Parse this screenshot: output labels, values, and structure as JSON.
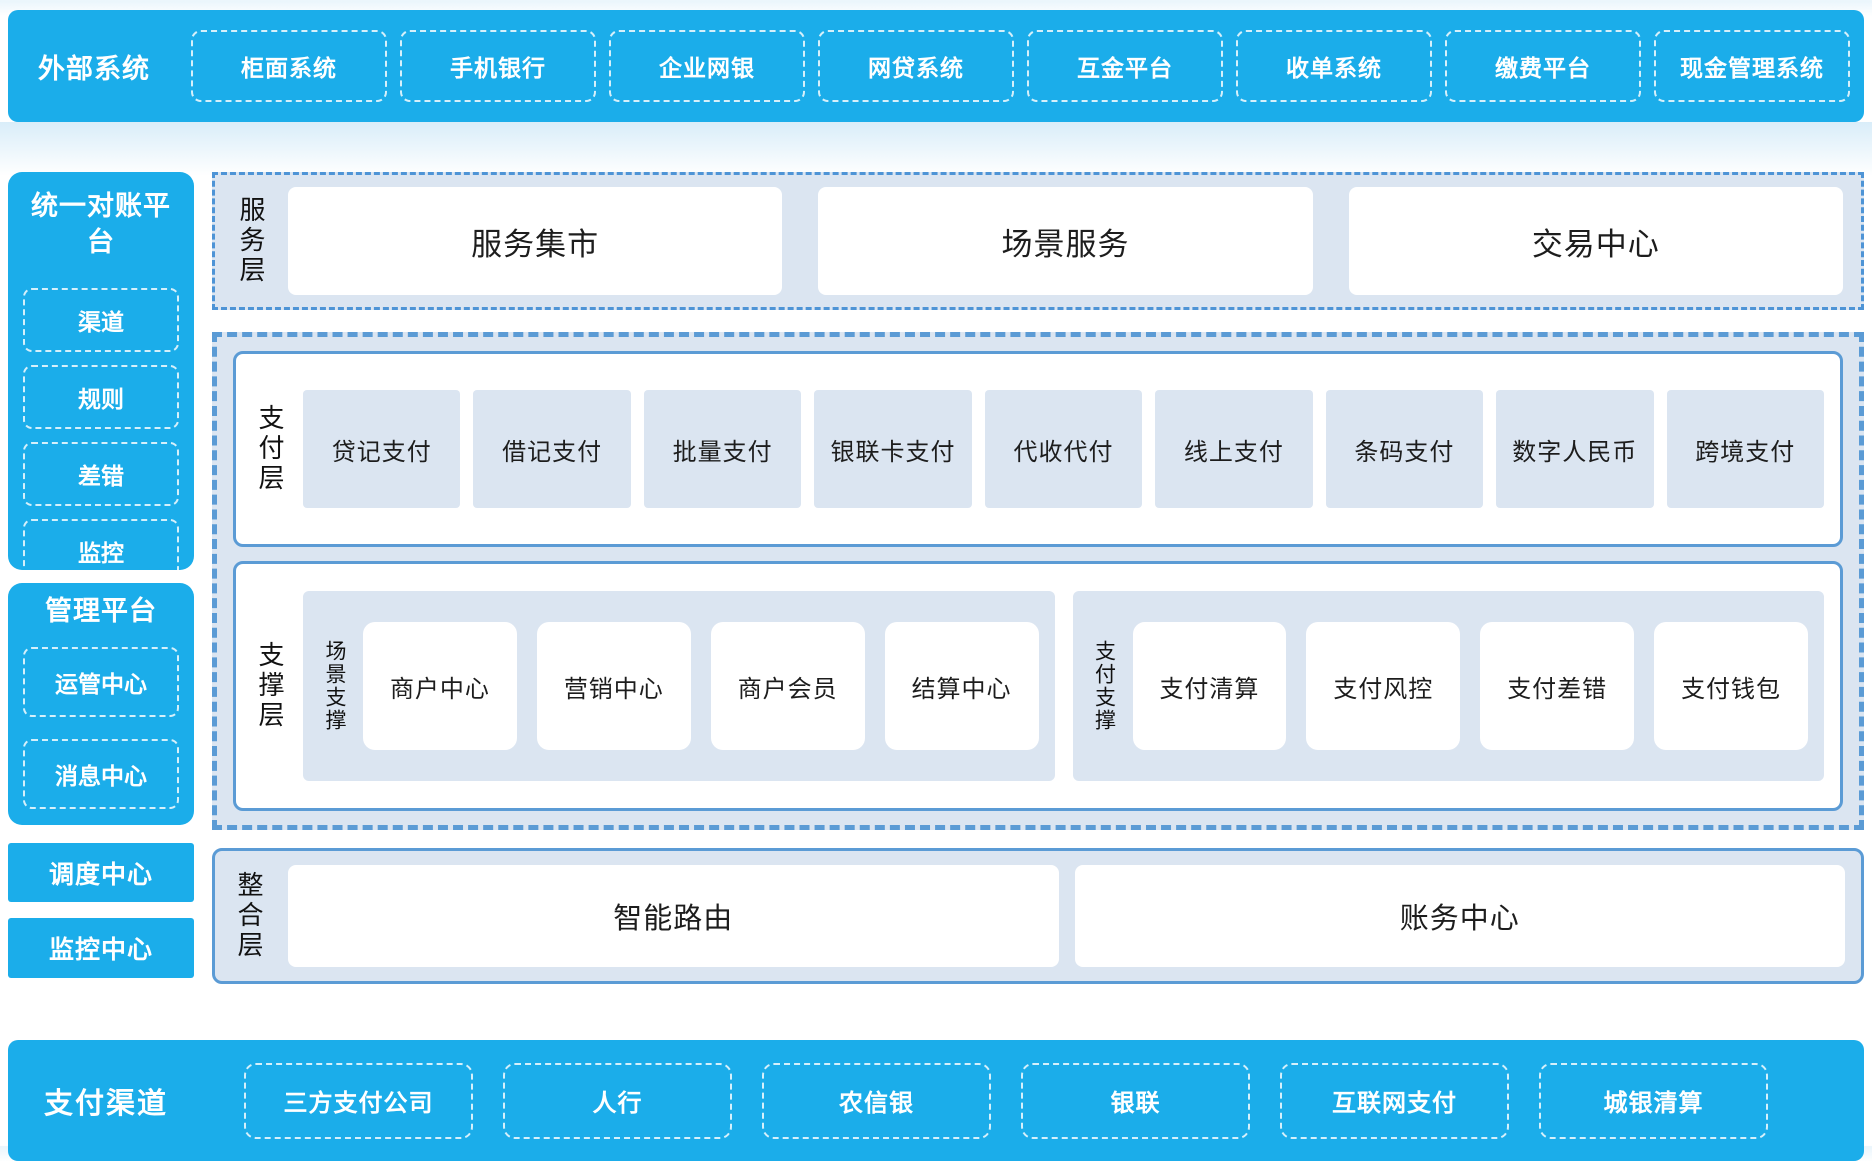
{
  "colors": {
    "cyan": "#1badea",
    "panel_light_blue": "#dbe5f1",
    "border_blue": "#5b9bd5",
    "dash_white": "rgba(255,255,255,0.82)",
    "text_dark": "#1d1d1d",
    "text_white": "#ffffff"
  },
  "top_bar": {
    "title": "外部系统",
    "items": [
      "柜面系统",
      "手机银行",
      "企业网银",
      "网贷系统",
      "互金平台",
      "收单系统",
      "缴费平台",
      "现金管理系统"
    ]
  },
  "sidebar": {
    "reconciliation_platform": {
      "title": "统一对账平台",
      "items": [
        "渠道",
        "规则",
        "差错",
        "监控"
      ]
    },
    "management_platform": {
      "title": "管理平台",
      "items": [
        "运管中心",
        "消息中心"
      ]
    },
    "scheduling_center": "调度中心",
    "monitoring_center": "监控中心"
  },
  "layers": {
    "service": {
      "label": "服务层",
      "items": [
        "服务集市",
        "场景服务",
        "交易中心"
      ]
    },
    "payment": {
      "label": "支付层",
      "items": [
        "贷记支付",
        "借记支付",
        "批量支付",
        "银联卡支付",
        "代收代付",
        "线上支付",
        "条码支付",
        "数字人民币",
        "跨境支付"
      ]
    },
    "support": {
      "label": "支撑层",
      "groups": [
        {
          "label": "场景支撑",
          "items": [
            "商户中心",
            "营销中心",
            "商户会员",
            "结算中心"
          ]
        },
        {
          "label": "支付支撑",
          "items": [
            "支付清算",
            "支付风控",
            "支付差错",
            "支付钱包"
          ]
        }
      ]
    },
    "integration": {
      "label": "整合层",
      "items": [
        "智能路由",
        "账务中心"
      ]
    }
  },
  "bottom_bar": {
    "title": "支付渠道",
    "items": [
      "三方支付公司",
      "人行",
      "农信银",
      "银联",
      "互联网支付",
      "城银清算"
    ]
  }
}
